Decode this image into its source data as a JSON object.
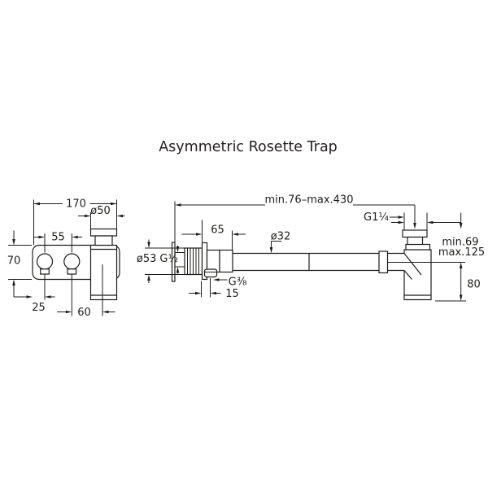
{
  "title": "Asymmetric Rosette Trap",
  "front_view": {
    "dims": {
      "total_width": "170",
      "cap_diameter": "ø50",
      "knob_spacing": "55",
      "plate_height": "70",
      "edge_to_knob": "25",
      "knob_to_trap_center": "60"
    }
  },
  "side_view": {
    "dims": {
      "adjustable_length": "min.76–max.430",
      "valve_length": "65",
      "pipe_diameter": "ø32",
      "rosette_diameter": "ø53",
      "wall_thread": "G½",
      "trap_thread": "G1¼",
      "drain_thread": "G⅜",
      "drain_offset": "15",
      "trap_height_min": "min.69",
      "trap_height_max": "max.125",
      "body_height": "80"
    }
  },
  "colors": {
    "line": "#1d1d1b",
    "background": "#ffffff"
  }
}
